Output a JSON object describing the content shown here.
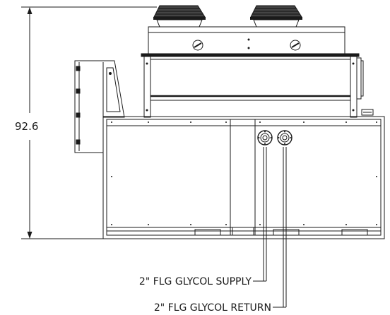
{
  "dimension": {
    "height": "92.6"
  },
  "callouts": {
    "supply": "2\" FLG GLYCOL SUPPLY",
    "return": "2\" FLG GLYCOL RETURN"
  },
  "colors": {
    "line": "#1a1a1a",
    "fan_guard": "#2b2b2b",
    "background": "#ffffff"
  }
}
